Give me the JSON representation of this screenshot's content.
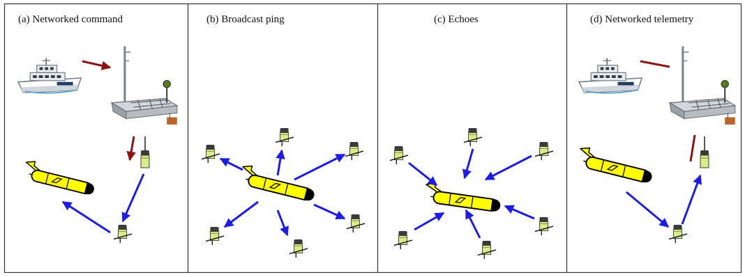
{
  "panels": [
    {
      "id": "a",
      "title": "(a) Networked command"
    },
    {
      "id": "b",
      "title": "(b)   Broadcast ping"
    },
    {
      "id": "c",
      "title": "(c) Echoes"
    },
    {
      "id": "d",
      "title": "(d) Networked telemetry"
    }
  ],
  "colors": {
    "acoustic_link": "#1c1ce6",
    "radio_link": "#8c1212",
    "vehicle_body": "#ffff00",
    "border": "#333333"
  },
  "icons": [
    "ship-icon",
    "buoy-icon",
    "auv-icon",
    "transponder-icon"
  ]
}
